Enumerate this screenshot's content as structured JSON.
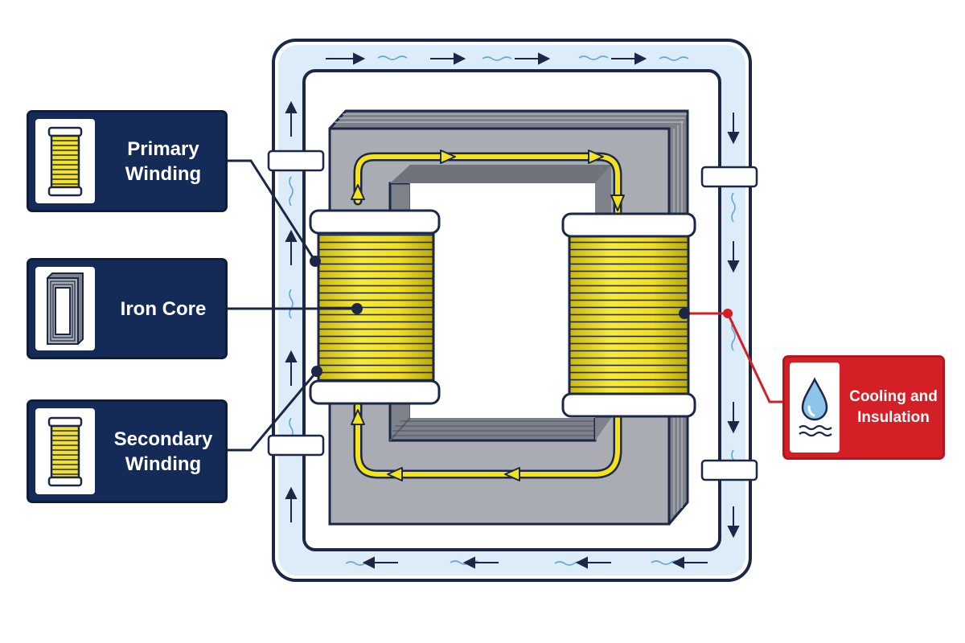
{
  "labels": {
    "primary": "Primary\nWinding",
    "core": "Iron Core",
    "secondary": "Secondary\nWinding",
    "cooling": "Cooling and\nInsulation"
  },
  "icons": {
    "primary": "coil-icon",
    "core": "iron-core-icon",
    "secondary": "coil-icon",
    "cooling": "water-drop-icon"
  },
  "colors": {
    "navy": "#142a57",
    "red": "#d41f26",
    "coil_yellow": "#f2e02a",
    "core_gray": "#a9acb3",
    "coolant_blue": "#dcecf8",
    "flux_yellow": "#f4e31b"
  }
}
